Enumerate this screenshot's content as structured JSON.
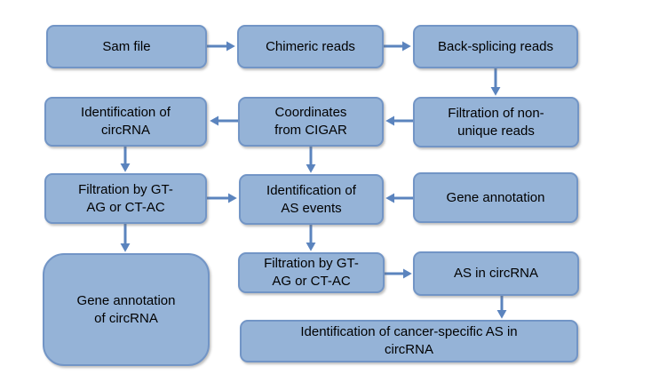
{
  "colors": {
    "background": "#ffffff",
    "box_fill": "#95b3d7",
    "box_border": "#7295c6",
    "arrow": "#5b84be",
    "text": "#000000"
  },
  "boxes": [
    {
      "id": "sam-file",
      "label": "Sam file"
    },
    {
      "id": "chimeric-reads",
      "label": "Chimeric reads"
    },
    {
      "id": "back-splicing-reads",
      "label": "Back-splicing reads"
    },
    {
      "id": "identification-of-circrna",
      "label": "Identification of\ncircRNA"
    },
    {
      "id": "coordinates-from-cigar",
      "label": "Coordinates\nfrom CIGAR"
    },
    {
      "id": "filtration-non-unique",
      "label": "Filtration of non-\nunique reads"
    },
    {
      "id": "filtration-gt-ag-1",
      "label": "Filtration by GT-\nAG or CT-AC"
    },
    {
      "id": "identification-as-events",
      "label": "Identification of\nAS events"
    },
    {
      "id": "gene-annotation",
      "label": "Gene annotation"
    },
    {
      "id": "gene-annotation-circrna",
      "label": "Gene annotation\nof circRNA"
    },
    {
      "id": "filtration-gt-ag-2",
      "label": "Filtration by GT-\nAG or CT-AC"
    },
    {
      "id": "as-in-circrna",
      "label": "AS in circRNA"
    },
    {
      "id": "identification-cancer-as",
      "label": "Identification of cancer-specific AS in\ncircRNA"
    }
  ],
  "connections": [
    {
      "from": "sam-file",
      "to": "chimeric-reads"
    },
    {
      "from": "chimeric-reads",
      "to": "back-splicing-reads"
    },
    {
      "from": "back-splicing-reads",
      "to": "filtration-non-unique"
    },
    {
      "from": "filtration-non-unique",
      "to": "coordinates-from-cigar"
    },
    {
      "from": "coordinates-from-cigar",
      "to": "identification-of-circrna"
    },
    {
      "from": "identification-of-circrna",
      "to": "filtration-gt-ag-1"
    },
    {
      "from": "coordinates-from-cigar",
      "to": "identification-as-events"
    },
    {
      "from": "filtration-gt-ag-1",
      "to": "identification-as-events"
    },
    {
      "from": "gene-annotation",
      "to": "identification-as-events"
    },
    {
      "from": "filtration-gt-ag-1",
      "to": "gene-annotation-circrna"
    },
    {
      "from": "identification-as-events",
      "to": "filtration-gt-ag-2"
    },
    {
      "from": "filtration-gt-ag-2",
      "to": "as-in-circrna"
    },
    {
      "from": "as-in-circrna",
      "to": "identification-cancer-as"
    }
  ]
}
